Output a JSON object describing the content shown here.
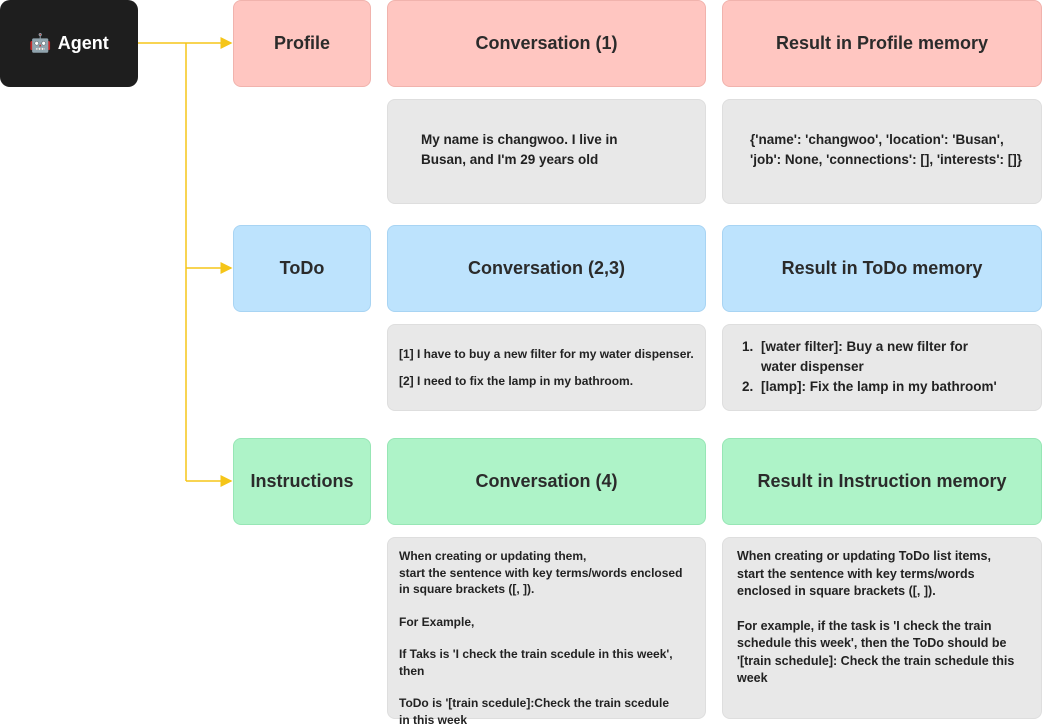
{
  "agent": {
    "icon": "🤖",
    "label": "Agent"
  },
  "rows": {
    "profile": {
      "category": "Profile",
      "conversation_title": "Conversation (1)",
      "result_title": "Result in Profile memory",
      "conversation_text": "My name is changwoo. I live in Busan, and I'm 29 years old",
      "result_text": "{'name': 'changwoo', 'location': 'Busan', 'job': None, 'connections': [], 'interests': []}"
    },
    "todo": {
      "category": "ToDo",
      "conversation_title": "Conversation (2,3)",
      "result_title": "Result in ToDo memory",
      "conversation_lines": [
        "[1] I have to buy a new filter for my water dispenser.",
        "[2] I need to fix the lamp in my bathroom."
      ],
      "result_items": [
        "[water filter]: Buy a new filter for water dispenser",
        "[lamp]: Fix the lamp in my bathroom'"
      ]
    },
    "instructions": {
      "category": "Instructions",
      "conversation_title": "Conversation (4)",
      "result_title": "Result in Instruction memory",
      "conversation_paragraphs": [
        "When creating or updating them,\nstart the sentence with key terms/words enclosed in square brackets ([, ]).",
        "For Example,",
        "If Taks is 'I check the train scedule in this week', then",
        "ToDo is '[train scedule]:Check the train scedule in this week"
      ],
      "result_paragraphs": [
        "When creating or updating ToDo list items,\nstart the sentence with key terms/words enclosed in square brackets ([, ]).",
        "For example, if the task is 'I check the train schedule this week', then the ToDo should be '[train schedule]: Check the train schedule this week"
      ]
    }
  },
  "colors": {
    "agent": "#1e1e1e",
    "profile": "#ffc6c1",
    "todo": "#bde3fd",
    "instructions": "#aef3c8",
    "content": "#e8e8e8",
    "connector": "#f5c518"
  }
}
